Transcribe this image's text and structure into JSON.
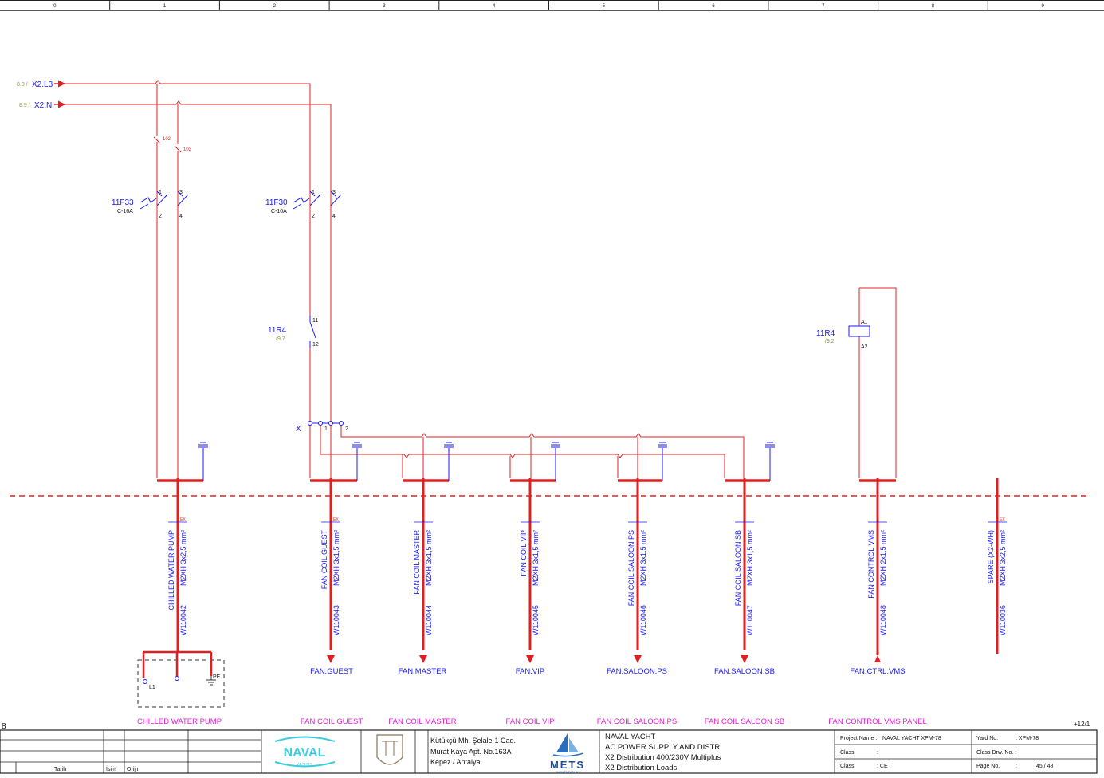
{
  "columns": [
    "0",
    "1",
    "2",
    "3",
    "4",
    "5",
    "6",
    "7",
    "8",
    "9"
  ],
  "row_marker": "8",
  "sheet_ref": "+12/1",
  "inputs": [
    {
      "ref": "8.9 /",
      "label": "X2.L3"
    },
    {
      "ref": "8.9 /",
      "label": "X2.N"
    }
  ],
  "breaks": [
    "102",
    "103"
  ],
  "breakers": [
    {
      "tag": "11F33",
      "rating": "C-16A",
      "t1": "1",
      "t2": "2",
      "t3": "3",
      "t4": "4"
    },
    {
      "tag": "11F30",
      "rating": "C-10A",
      "t1": "1",
      "t2": "2",
      "t3": "3",
      "t4": "4"
    }
  ],
  "relay_contact": {
    "tag": "11R4",
    "ref": "/9.7",
    "t1": "11",
    "t2": "12"
  },
  "relay_coil": {
    "tag": "11R4",
    "ref": "/9.2",
    "a1": "A1",
    "a2": "A2"
  },
  "terminal": {
    "tag": "X",
    "t1": "1",
    "t2": "2"
  },
  "cables": [
    {
      "name": "CHILLED WATER PUMP",
      "spec": "M2XH 3x2,5 mm²",
      "id": "W110042",
      "tag": "",
      "ex": "EX",
      "title": "CHILLED WATER PUMP"
    },
    {
      "name": "FAN COIL GUEST",
      "spec": "M2XH 3x1,5 mm²",
      "id": "W110043",
      "tag": "FAN.GUEST",
      "ex": "EX",
      "title": "FAN COIL GUEST"
    },
    {
      "name": "FAN COIL MASTER",
      "spec": "M2XH 3x1,5 mm²",
      "id": "W110044",
      "tag": "FAN.MASTER",
      "ex": "",
      "title": "FAN COIL MASTER"
    },
    {
      "name": "FAN COIL VIP",
      "spec": "M2XH 3x1,5 mm²",
      "id": "W110045",
      "tag": "FAN.VIP",
      "ex": "",
      "title": "FAN COIL VIP"
    },
    {
      "name": "FAN COIL SALOON PS",
      "spec": "M2XH 3x1,5 mm²",
      "id": "W110046",
      "tag": "FAN.SALOON.PS",
      "ex": "",
      "title": "FAN COIL SALOON PS"
    },
    {
      "name": "FAN COIL SALOON SB",
      "spec": "M2XH 3x1,5 mm²",
      "id": "W110047",
      "tag": "FAN.SALOON.SB",
      "ex": "",
      "title": "FAN COIL SALOON SB"
    },
    {
      "name": "FAN CONTROL VMS",
      "spec": "M2XH 2x1,5 mm²",
      "id": "W110048",
      "tag": "FAN.CTRL.VMS",
      "ex": "",
      "title": "FAN CONTROL VMS PANEL"
    },
    {
      "name": "SPARE (X2-WH)",
      "spec": "M2XH 3x2,5 mm²",
      "id": "W110036",
      "tag": "",
      "ex": "EX",
      "title": ""
    }
  ],
  "pump_terminals": {
    "l1": "L1",
    "pe": "PE"
  },
  "title_block": {
    "rev_headers": [
      "Tarih",
      "İsim",
      "Orijin"
    ],
    "address": [
      "Kütükçü Mh. Şelale-1 Cad.",
      "Murat Kaya Apt. No.163A",
      "Kepez  / Antalya"
    ],
    "logo_naval": "NAVAL",
    "logo_naval_sub": "YACHTS",
    "logo_mets": "METS",
    "logo_mets_sub": "MÜHENDİSLİK",
    "description": [
      "NAVAL YACHT",
      "AC POWER SUPPLY AND DISTR",
      "X2 Distribution 400/230V Multiplus",
      "X2 Distribution Loads"
    ],
    "project_name_label": "Project Name :",
    "project_name": "NAVAL YACHT  XPM-78",
    "class_label": "Class",
    "class_value_1": ":",
    "class_value_2": ": CE",
    "yard_label": "Yard No.",
    "yard_value": ": XPM-78",
    "class_drw_label": "Class Drw. No. :",
    "page_label": "Page No.",
    "page_colon": ":",
    "page_value": "45 / 48"
  },
  "colors": {
    "wire": "#e02020",
    "label": "#1a1aff",
    "function": "#e020d0",
    "reference": "#8a9a4a"
  }
}
